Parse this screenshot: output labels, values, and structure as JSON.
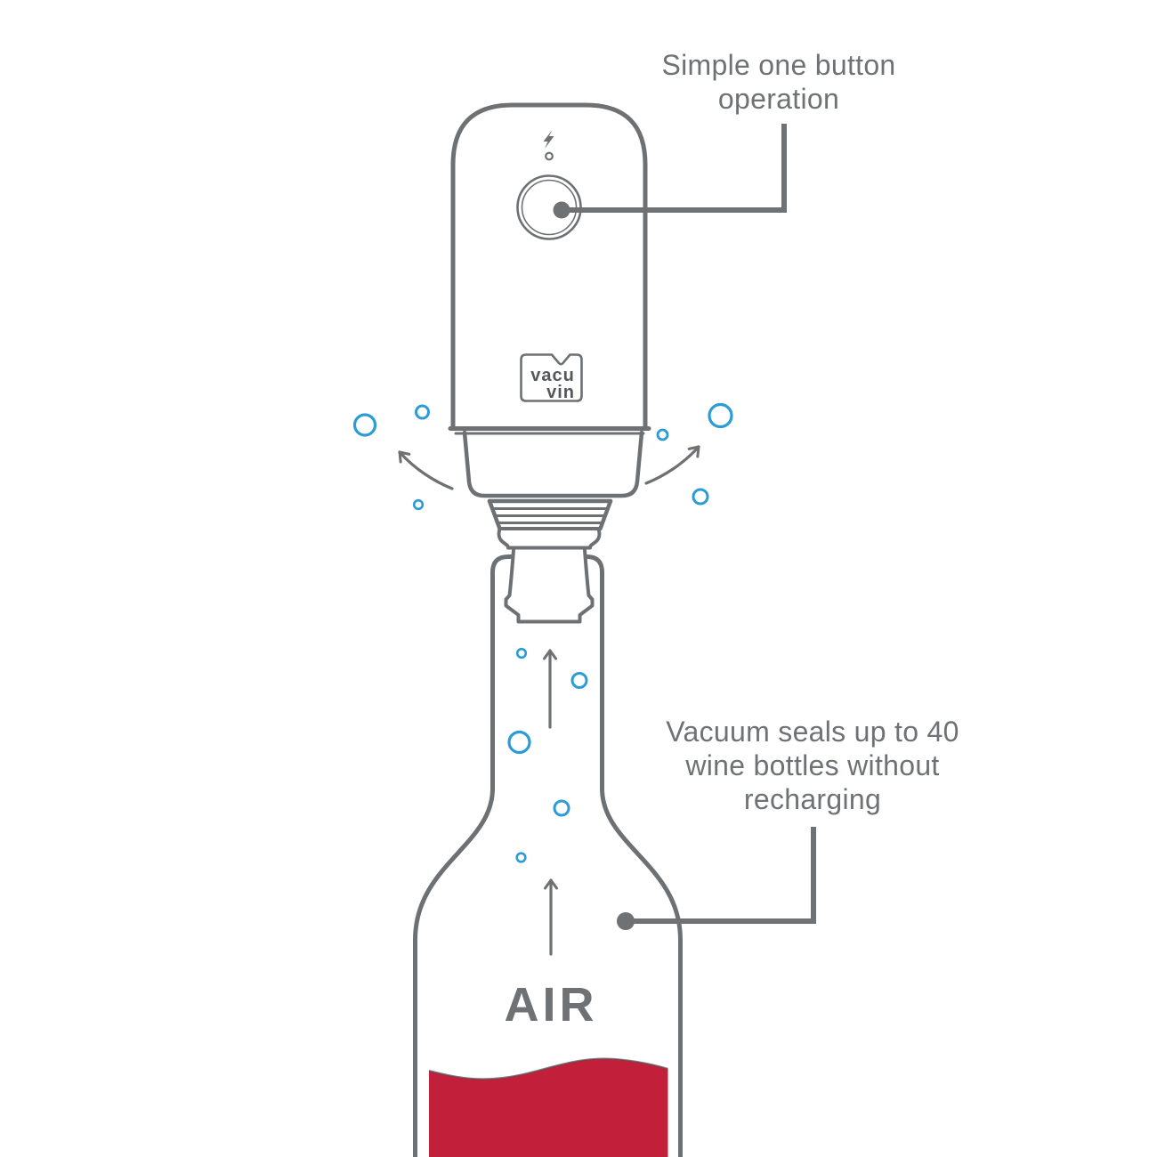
{
  "colors": {
    "outline": "#6e7174",
    "leader": "#6f7275",
    "text": "#6f7275",
    "bubble": "#2b9cd6",
    "wine": "#c11f3a",
    "wine_edge": "#595055",
    "logo_text": "#55585a"
  },
  "annotations": {
    "one_button": {
      "lines": [
        "Simple one button",
        "operation"
      ]
    },
    "vacuum_seals": {
      "lines": [
        "Vacuum seals up to 40",
        "wine bottles without",
        "recharging"
      ]
    }
  },
  "labels": {
    "air": "AIR"
  },
  "logo": {
    "line1": "vacu",
    "line2": "vin"
  },
  "device": {
    "charging_icon": "lightning-bolt",
    "indicator": "led-dot",
    "button": "one-button"
  }
}
